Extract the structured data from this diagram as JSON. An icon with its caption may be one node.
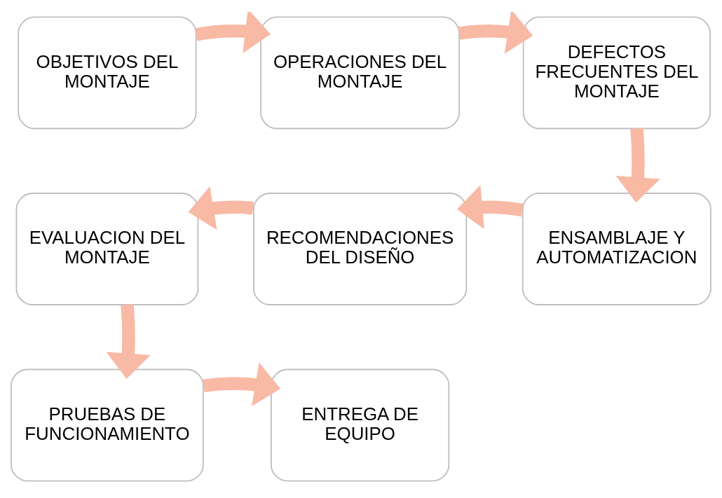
{
  "diagram": {
    "nodes": [
      {
        "text": [
          "OBJETIVOS DEL MONTAJE"
        ]
      },
      {
        "text": [
          "OPERACIONES DEL MONTAJE"
        ]
      },
      {
        "text": [
          "DEFECTOS FRECUENTES DEL MONTAJE"
        ]
      },
      {
        "text": [
          "EVALUACION DEL MONTAJE"
        ]
      },
      {
        "text": [
          "RECOMENDACIONES DEL DISEÑO"
        ]
      },
      {
        "text": [
          "ENSAMBLAJE Y AUTOMATIZACION"
        ]
      },
      {
        "text": [
          "PRUEBAS DE FUNCIONAMIENTO"
        ]
      },
      {
        "text": [
          "ENTREGA DE EQUIPO"
        ]
      }
    ],
    "edges": [
      {
        "from": 0,
        "to": 1,
        "arrow": "to"
      },
      {
        "from": 1,
        "to": 2,
        "arrow": "to"
      },
      {
        "from": 2,
        "to": 5,
        "arrow": "to"
      },
      {
        "from": 5,
        "to": 4,
        "arrow": "to"
      },
      {
        "from": 4,
        "to": 3,
        "arrow": "to"
      },
      {
        "from": 3,
        "to": 6,
        "arrow": "to"
      },
      {
        "from": 6,
        "to": 7,
        "arrow": "to"
      }
    ]
  }
}
